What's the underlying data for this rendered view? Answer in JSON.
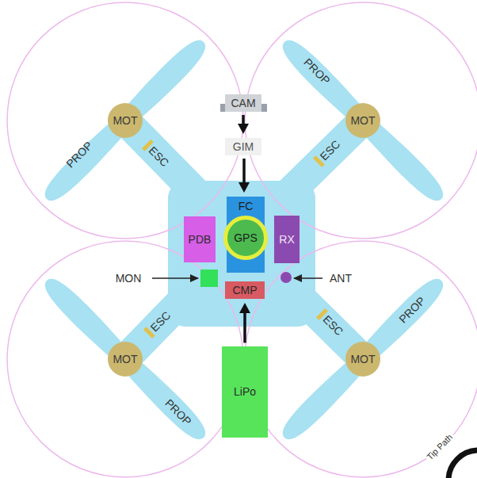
{
  "diagram": {
    "nodes": [
      {
        "text": [
          "MOT"
        ]
      },
      {
        "text": [
          "CAM"
        ]
      },
      {
        "text": [
          "MOT"
        ]
      },
      {
        "text": [
          "GIM"
        ]
      },
      {
        "text": [
          "FC"
        ]
      },
      {
        "text": [
          "GPS"
        ],
        "in": 4
      },
      {
        "text": [
          "PDB"
        ]
      },
      {
        "text": [
          "RX"
        ]
      },
      {
        "text": [
          "CMP"
        ]
      },
      {
        "text": [
          "MOT"
        ]
      },
      {
        "text": [
          "MOT"
        ]
      },
      {
        "text": [
          "LiPo"
        ]
      }
    ],
    "edges": [
      {
        "from": 1,
        "to": 3,
        "arrow": "to"
      },
      {
        "from": 3,
        "to": 4,
        "arrow": "to"
      },
      {
        "from": 11,
        "to": 8,
        "arrow": "to"
      }
    ],
    "labels": [
      "PROP",
      "PROP",
      "ESC",
      "ESC",
      "MON",
      "ANT",
      "ESC",
      "PROP",
      "ESC",
      "PROP",
      "Tip Path"
    ]
  }
}
